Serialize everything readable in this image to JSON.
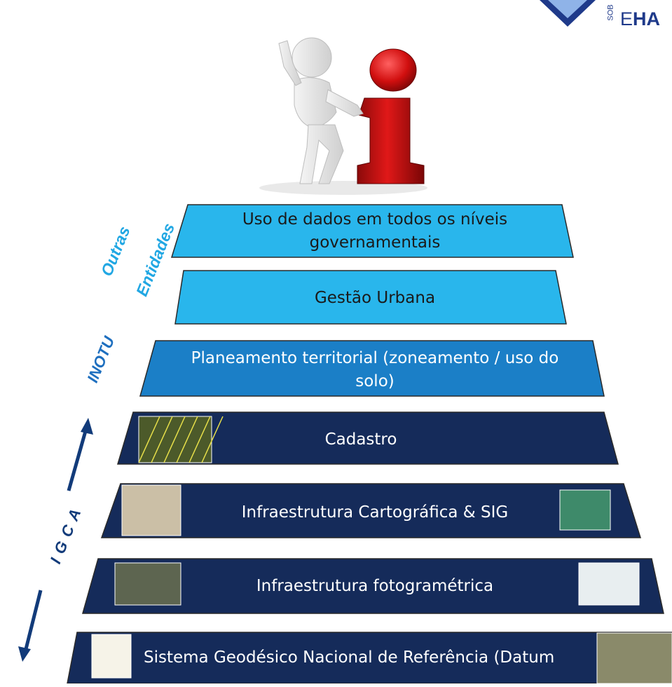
{
  "diagram": {
    "tiers": [
      {
        "label": "Uso de dados em todos os níveis governamentais"
      },
      {
        "label": "Gestão Urbana"
      },
      {
        "label": "Planeamento territorial (zoneamento / uso do solo)"
      },
      {
        "label": "Cadastro"
      },
      {
        "label": "Infraestrutura Cartográfica & SIG"
      },
      {
        "label": "Infraestrutura fotogramétrica"
      },
      {
        "label": "Sistema Geodésico Nacional de Referência (Datum"
      }
    ],
    "side_labels": {
      "outras_entidades": [
        "Outras",
        "Entidades"
      ],
      "inotu": "INOTU",
      "igca": "IGCA"
    },
    "logo": {
      "line1": "SOB",
      "line2": "E",
      "line3": "HA"
    },
    "colors": {
      "light_blue": "#29B6EC",
      "mid_blue": "#1B7FC7",
      "navy": "#152B5A",
      "label_blue": "#21A7E3",
      "label_mid": "#1E6FBF",
      "label_navy": "#123B7A",
      "logo_navy": "#1F3A8A"
    }
  }
}
